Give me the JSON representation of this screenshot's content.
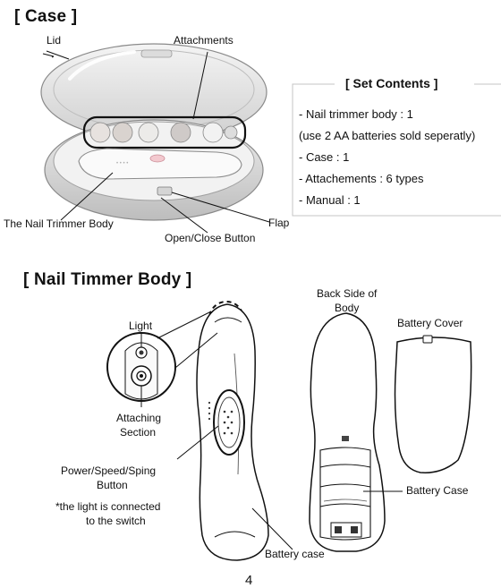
{
  "case_section": {
    "title": "[ Case ]",
    "labels": {
      "lid": "Lid",
      "attachments": "Attachments",
      "body": "The Nail Trimmer Body",
      "button": "Open/Close Button",
      "flap": "Flap"
    }
  },
  "set_contents": {
    "title": "[ Set Contents ]",
    "items": [
      "- Nail trimmer body : 1",
      "(use 2 AA batteries sold seperatly)",
      "- Case : 1",
      "- Attachements : 6 types",
      "- Manual : 1"
    ]
  },
  "body_section": {
    "title": "[ Nail Timmer Body ]",
    "labels": {
      "light": "Light",
      "attaching_1": "Attaching",
      "attaching_2": "Section",
      "power_1": "Power/Speed/Sping",
      "power_2": "Button",
      "note_1": "*the light is connected",
      "note_2": "to the switch",
      "battery_case_front": "Battery case",
      "back_1": "Back Side of",
      "back_2": "Body",
      "battery_cover": "Battery Cover",
      "battery_case_back": "Battery Case"
    }
  },
  "page_number": "4"
}
